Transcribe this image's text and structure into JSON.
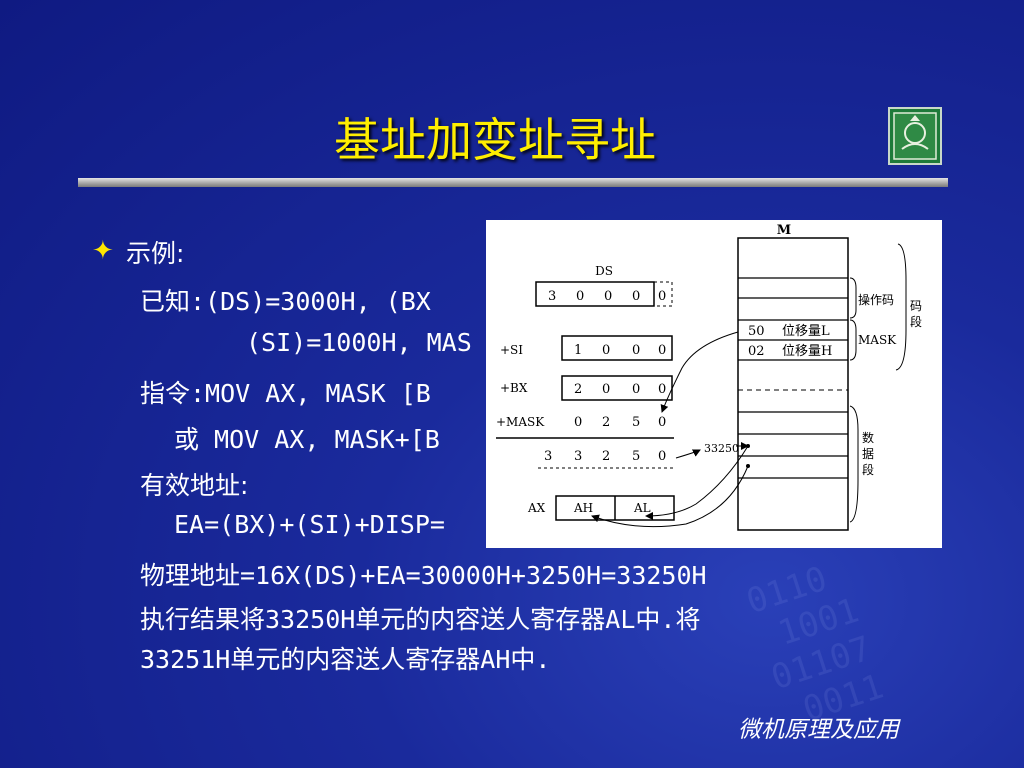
{
  "slide": {
    "title": "基址加变址寻址",
    "footer": "微机原理及应用",
    "bullet_symbol": "✦",
    "lines": [
      "示例:",
      "已知:(DS)=3000H, (BX",
      "(SI)=1000H, MAS",
      "指令:MOV AX, MASK [B",
      "或  MOV AX, MASK+[B",
      "有效地址:",
      "EA=(BX)+(SI)+DISP=",
      "物理地址=16X(DS)+EA=30000H+3250H=33250H",
      "执行结果将33250H单元的内容送人寄存器AL中.将",
      "33251H单元的内容送人寄存器AH中."
    ]
  },
  "diagram": {
    "memory_label": "M",
    "ds_label": "DS",
    "ds_digits": [
      "3",
      "0",
      "0",
      "0",
      "0"
    ],
    "si_label": "+SI",
    "si_digits": [
      "1",
      "0",
      "0",
      "0"
    ],
    "bx_label": "+BX",
    "bx_digits": [
      "2",
      "0",
      "0",
      "0"
    ],
    "mask_label": "+MASK",
    "mask_digits": [
      "0",
      "2",
      "5",
      "0"
    ],
    "sum_digits": [
      "3",
      "3",
      "2",
      "5",
      "0"
    ],
    "mem_addr": "33250",
    "disp_low_value": "50",
    "disp_low_label": "位移量L",
    "disp_high_value": "02",
    "disp_high_label": "位移量H",
    "opcode_label": "操作码",
    "mask_name": "MASK",
    "code_seg_chars": [
      "码",
      "段"
    ],
    "data_seg_chars": [
      "数",
      "据",
      "段"
    ],
    "ax_label": "AX",
    "ah_label": "AH",
    "al_label": "AL"
  },
  "colors": {
    "title": "#ffee00",
    "bullet": "#ffe600",
    "text": "#ffffff"
  }
}
